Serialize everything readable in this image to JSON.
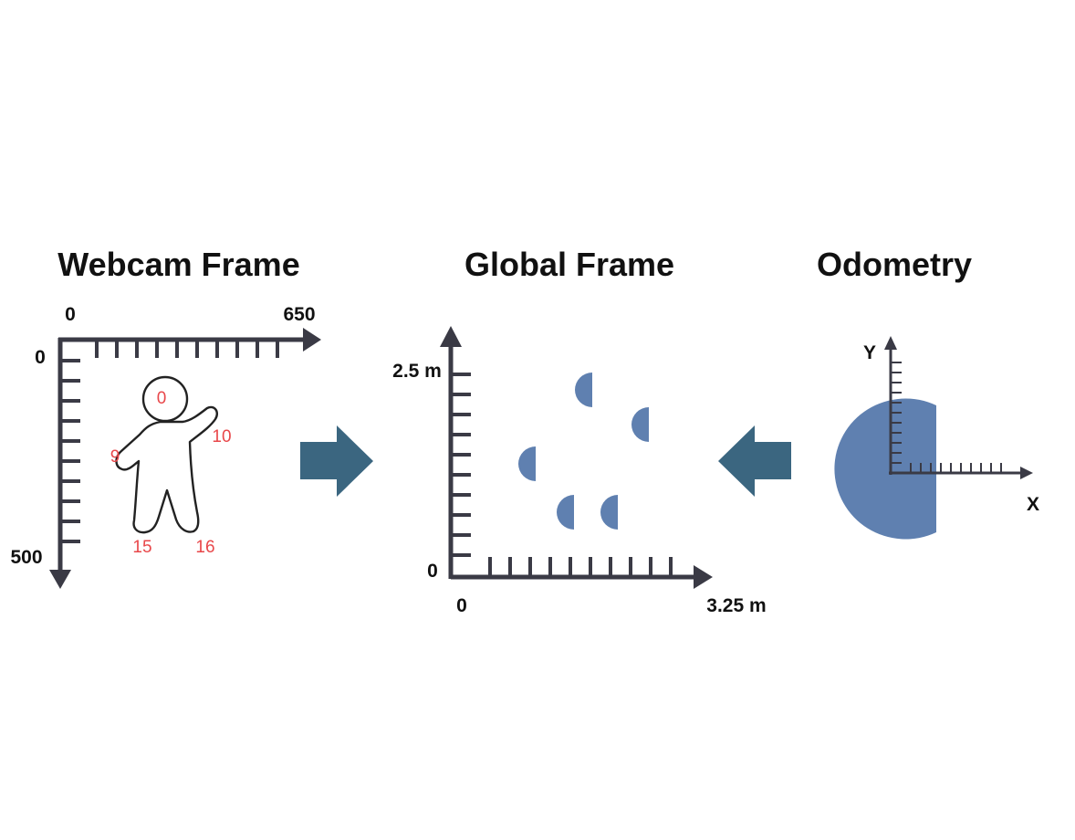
{
  "colors": {
    "axis": "#3a3a45",
    "blob": "#5f80b0",
    "arrow": "#3b6680",
    "keypoint": "#e8474a",
    "text": "#111111"
  },
  "panels": {
    "webcam": {
      "title": "Webcam Frame",
      "x_origin_label": "0",
      "x_max_label": "650",
      "y_origin_label": "0",
      "y_max_label": "500",
      "keypoints": {
        "head": "0",
        "left_hand": "9",
        "right_hand": "10",
        "left_foot": "15",
        "right_foot": "16"
      }
    },
    "global": {
      "title": "Global Frame",
      "y_max_label": "2.5 m",
      "y_origin_label": "0",
      "x_origin_label": "0",
      "x_max_label": "3.25 m"
    },
    "odometry": {
      "title": "Odometry",
      "y_axis_label": "Y",
      "x_axis_label": "X"
    }
  }
}
